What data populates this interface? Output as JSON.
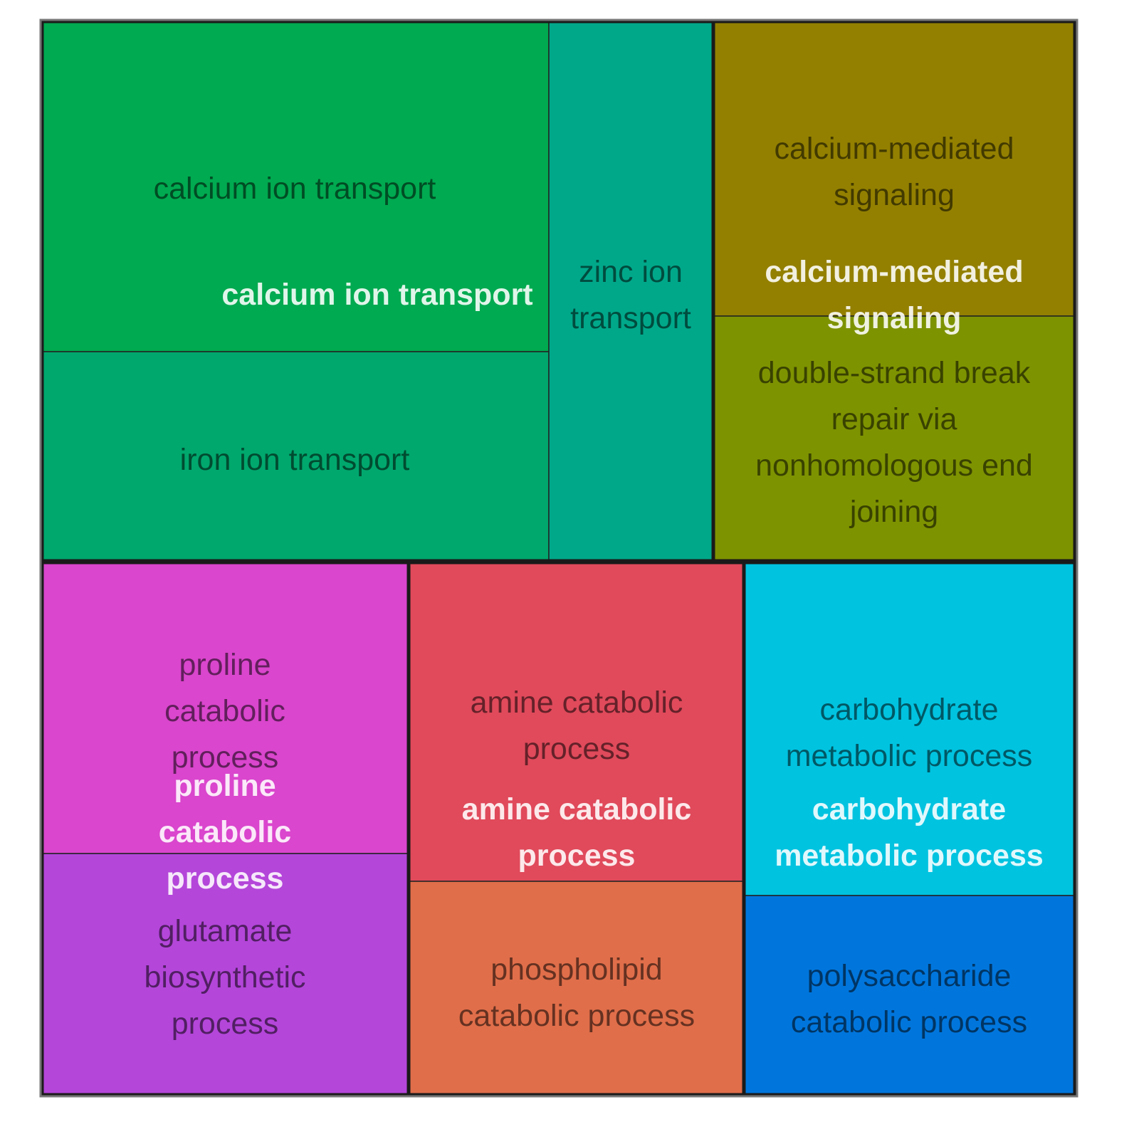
{
  "chart_data": {
    "type": "treemap",
    "groups": [
      {
        "label": "calcium ion transport",
        "color": "#00AA50",
        "terms": [
          {
            "label": "calcium ion transport",
            "color": "#00AA50"
          },
          {
            "label": "iron ion transport",
            "color": "#00A86E"
          },
          {
            "label": "zinc ion transport",
            "color": "#00A88A"
          }
        ]
      },
      {
        "label": "calcium-mediated signaling",
        "color": "#938000",
        "terms": [
          {
            "label": "calcium-mediated signaling",
            "color": "#938000"
          },
          {
            "label": "double-strand break repair via nonhomologous end joining",
            "color": "#7E9300"
          }
        ]
      },
      {
        "label": "proline catabolic process",
        "color": "#DA46CD",
        "terms": [
          {
            "label": "proline catabolic process",
            "color": "#DA46CD"
          },
          {
            "label": "glutamate biosynthetic process",
            "color": "#B446DA"
          }
        ]
      },
      {
        "label": "amine catabolic process",
        "color": "#E04A5B",
        "terms": [
          {
            "label": "amine catabolic process",
            "color": "#E04A5B"
          },
          {
            "label": "phospholipid catabolic process",
            "color": "#E06E4A"
          }
        ]
      },
      {
        "label": "carbohydrate metabolic process",
        "color": "#00C3E0",
        "terms": [
          {
            "label": "carbohydrate metabolic process",
            "color": "#00C3E0"
          },
          {
            "label": "polysaccharide catabolic process",
            "color": "#0076DD"
          }
        ]
      }
    ]
  }
}
